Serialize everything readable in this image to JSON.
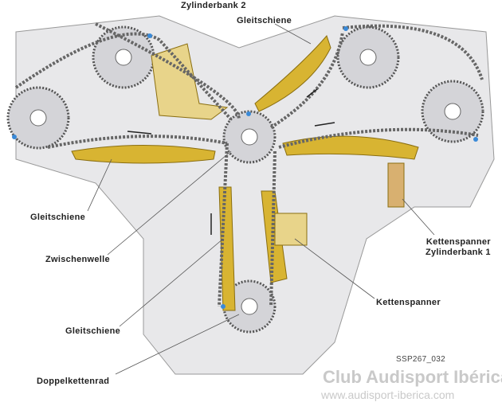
{
  "labels": {
    "zylinderbank2": "Zylinderbank 2",
    "gleitschiene_top": "Gleitschiene",
    "gleitschiene_left": "Gleitschiene",
    "zwischenwelle": "Zwischenwelle",
    "gleitschiene_bottom": "Gleitschiene",
    "doppelkettenrad": "Doppelkettenrad",
    "kettenspanner_zb1_line1": "Kettenspanner",
    "kettenspanner_zb1_line2": "Zylinderbank 1",
    "kettenspanner": "Kettenspanner",
    "figure_code": "SSP267_032"
  },
  "watermark": {
    "club": "Club Audisport Ibérica",
    "url": "www.audisport-iberica.com"
  },
  "colors": {
    "rail": "#d8b432",
    "housing": "#e8e8ea",
    "chain": "#555555",
    "marker": "#3a8ad8"
  }
}
